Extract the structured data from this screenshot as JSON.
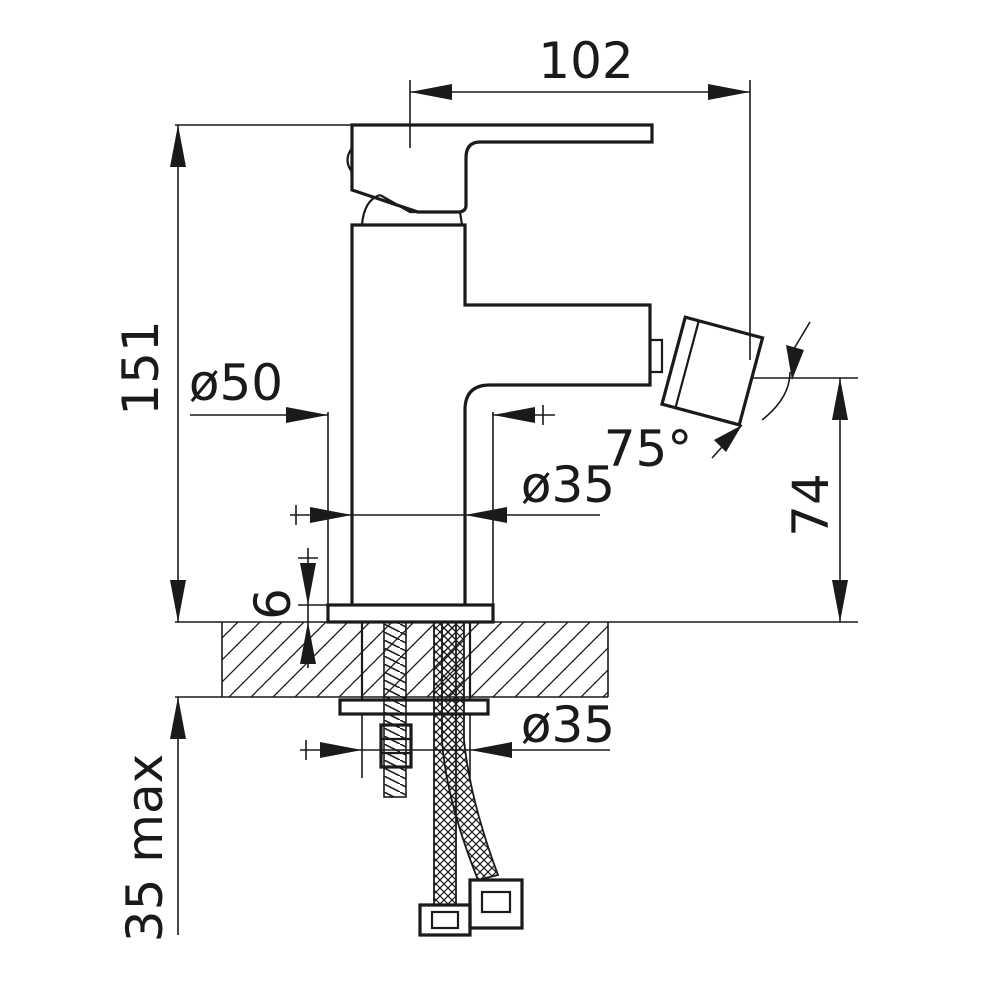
{
  "drawing": {
    "dimensions": {
      "width_top": "102",
      "height_total": "151",
      "base_diameter": "ø50",
      "body_diameter": "ø35",
      "angle": "75°",
      "spout_height": "74",
      "plate_thickness": "6",
      "mount_diameter": "ø35",
      "max_deck_thickness": "35 max"
    }
  }
}
